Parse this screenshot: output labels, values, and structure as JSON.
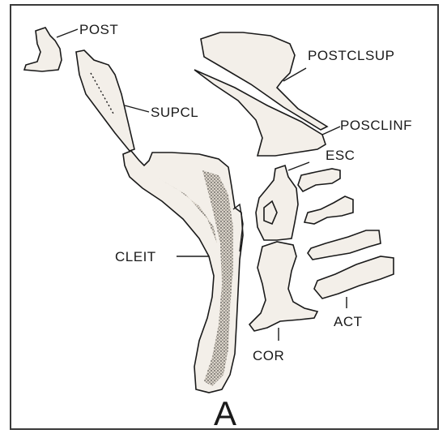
{
  "figure": {
    "panel_letter": "A",
    "labels": {
      "post": "POST",
      "supcl": "SUPCL",
      "postclsup": "POSTCLSUP",
      "posclinf": "POSCLINF",
      "esc": "ESC",
      "cleit": "CLEIT",
      "cor": "COR",
      "act": "ACT"
    }
  }
}
